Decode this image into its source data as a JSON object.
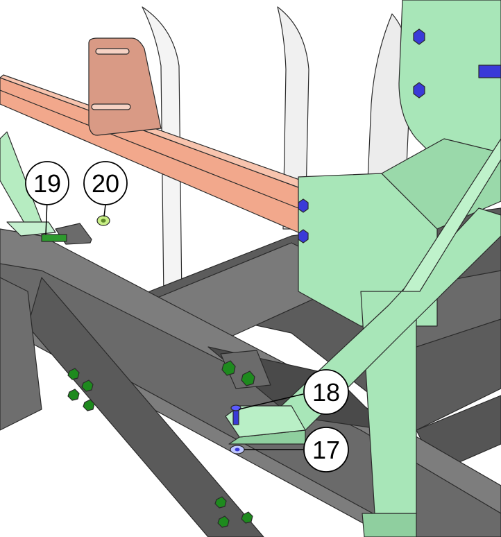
{
  "callouts": [
    {
      "id": "19",
      "label": "19"
    },
    {
      "id": "20",
      "label": "20"
    },
    {
      "id": "18",
      "label": "18"
    },
    {
      "id": "17",
      "label": "17"
    }
  ],
  "colors": {
    "frame_gray": "#6f6f6f",
    "frame_dark": "#4a4a4a",
    "green_part": "#a8e6b8",
    "green_bolt": "#1e8a1e",
    "salmon_beam": "#f2a88c",
    "salmon_plate": "#d99a85",
    "blue_bolt": "#3a3ad8",
    "white_post": "#f4f4f4"
  }
}
